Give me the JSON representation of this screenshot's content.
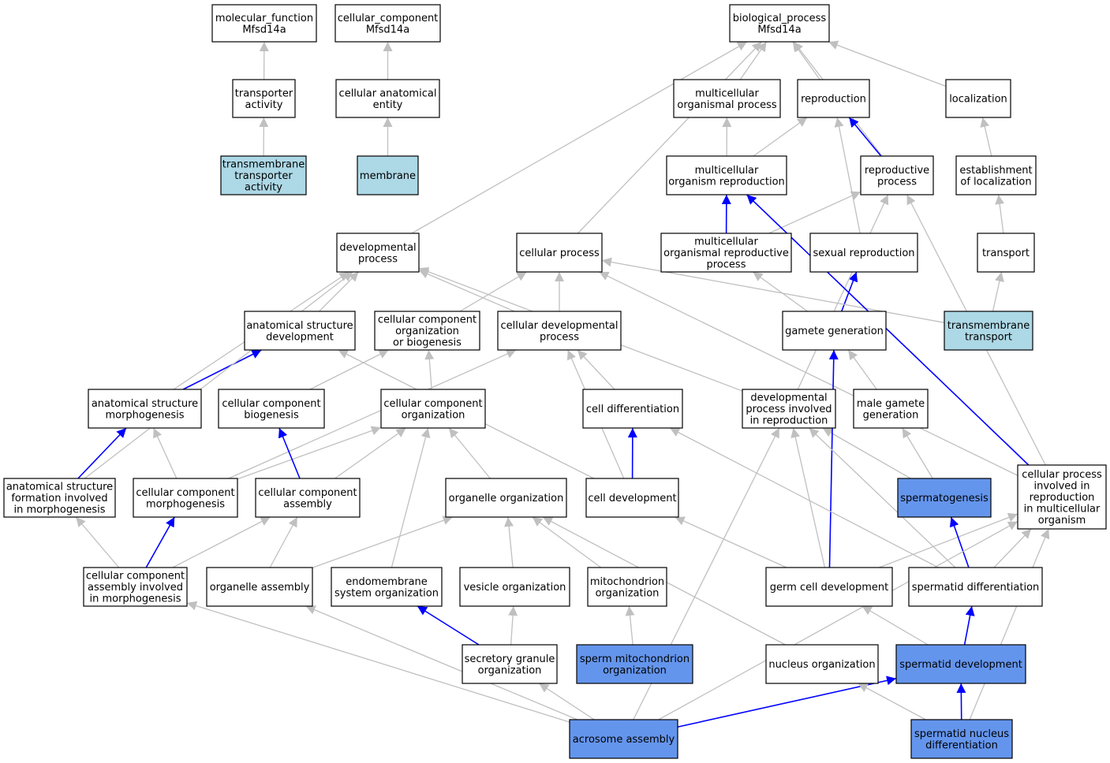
{
  "colors": {
    "white": "#ffffff",
    "light": "#add8e6",
    "blue": "#6495ed",
    "edge_gray": "#c0c0c0",
    "edge_blue": "#0000ff"
  },
  "nodes": {
    "mf": {
      "lines": [
        "molecular_function",
        "Mfsd14a"
      ],
      "fill": "white"
    },
    "cc": {
      "lines": [
        "cellular_component",
        "Mfsd14a"
      ],
      "fill": "white"
    },
    "bp": {
      "lines": [
        "biological_process",
        "Mfsd14a"
      ],
      "fill": "white"
    },
    "ta": {
      "lines": [
        "transporter",
        "activity"
      ],
      "fill": "white"
    },
    "cae": {
      "lines": [
        "cellular anatomical",
        "entity"
      ],
      "fill": "white"
    },
    "mop": {
      "lines": [
        "multicellular",
        "organismal process"
      ],
      "fill": "white"
    },
    "rep": {
      "lines": [
        "reproduction"
      ],
      "fill": "white"
    },
    "loc": {
      "lines": [
        "localization"
      ],
      "fill": "white"
    },
    "tta": {
      "lines": [
        "transmembrane",
        "transporter",
        "activity"
      ],
      "fill": "light"
    },
    "mem": {
      "lines": [
        "membrane"
      ],
      "fill": "light"
    },
    "mor": {
      "lines": [
        "multicellular",
        "organism reproduction"
      ],
      "fill": "white"
    },
    "rp": {
      "lines": [
        "reproductive",
        "process"
      ],
      "fill": "white"
    },
    "eol": {
      "lines": [
        "establishment",
        "of localization"
      ],
      "fill": "white"
    },
    "dp": {
      "lines": [
        "developmental",
        "process"
      ],
      "fill": "white"
    },
    "cp": {
      "lines": [
        "cellular process"
      ],
      "fill": "white"
    },
    "mrp": {
      "lines": [
        "multicellular",
        "organismal reproductive",
        "process"
      ],
      "fill": "white"
    },
    "sr": {
      "lines": [
        "sexual reproduction"
      ],
      "fill": "white"
    },
    "tr": {
      "lines": [
        "transport"
      ],
      "fill": "white"
    },
    "asd": {
      "lines": [
        "anatomical structure",
        "development"
      ],
      "fill": "white"
    },
    "ccob": {
      "lines": [
        "cellular component",
        "organization",
        "or biogenesis"
      ],
      "fill": "white"
    },
    "cdp": {
      "lines": [
        "cellular developmental",
        "process"
      ],
      "fill": "white"
    },
    "gg": {
      "lines": [
        "gamete generation"
      ],
      "fill": "white"
    },
    "tmt": {
      "lines": [
        "transmembrane",
        "transport"
      ],
      "fill": "light"
    },
    "asm": {
      "lines": [
        "anatomical structure",
        "morphogenesis"
      ],
      "fill": "white"
    },
    "ccb": {
      "lines": [
        "cellular component",
        "biogenesis"
      ],
      "fill": "white"
    },
    "cco": {
      "lines": [
        "cellular component",
        "organization"
      ],
      "fill": "white"
    },
    "cd": {
      "lines": [
        "cell differentiation"
      ],
      "fill": "white"
    },
    "dpr": {
      "lines": [
        "developmental",
        "process involved",
        "in reproduction"
      ],
      "fill": "white"
    },
    "mgg": {
      "lines": [
        "male gamete",
        "generation"
      ],
      "fill": "white"
    },
    "asf": {
      "lines": [
        "anatomical structure",
        "formation involved",
        "in morphogenesis"
      ],
      "fill": "white"
    },
    "ccm": {
      "lines": [
        "cellular component",
        "morphogenesis"
      ],
      "fill": "white"
    },
    "cca": {
      "lines": [
        "cellular component",
        "assembly"
      ],
      "fill": "white"
    },
    "oo": {
      "lines": [
        "organelle organization"
      ],
      "fill": "white"
    },
    "cdev": {
      "lines": [
        "cell development"
      ],
      "fill": "white"
    },
    "spg": {
      "lines": [
        "spermatogenesis"
      ],
      "fill": "blue"
    },
    "cpmo": {
      "lines": [
        "cellular process",
        "involved in",
        "reproduction",
        "in multicellular",
        "organism"
      ],
      "fill": "white"
    },
    "ccam": {
      "lines": [
        "cellular component",
        "assembly involved",
        "in morphogenesis"
      ],
      "fill": "white"
    },
    "oa": {
      "lines": [
        "organelle assembly"
      ],
      "fill": "white"
    },
    "eso": {
      "lines": [
        "endomembrane",
        "system organization"
      ],
      "fill": "white"
    },
    "vo": {
      "lines": [
        "vesicle organization"
      ],
      "fill": "white"
    },
    "mo": {
      "lines": [
        "mitochondrion",
        "organization"
      ],
      "fill": "white"
    },
    "gcd": {
      "lines": [
        "germ cell development"
      ],
      "fill": "white"
    },
    "spd": {
      "lines": [
        "spermatid differentiation"
      ],
      "fill": "white"
    },
    "sgo": {
      "lines": [
        "secretory granule",
        "organization"
      ],
      "fill": "white"
    },
    "smo": {
      "lines": [
        "sperm mitochondrion",
        "organization"
      ],
      "fill": "blue"
    },
    "no": {
      "lines": [
        "nucleus organization"
      ],
      "fill": "white"
    },
    "sdev": {
      "lines": [
        "spermatid development"
      ],
      "fill": "blue"
    },
    "aa": {
      "lines": [
        "acrosome assembly"
      ],
      "fill": "blue"
    },
    "snd": {
      "lines": [
        "spermatid nucleus",
        "differentiation"
      ],
      "fill": "blue"
    }
  },
  "edges": [
    [
      "ta",
      "mf",
      "gray"
    ],
    [
      "tta",
      "ta",
      "gray"
    ],
    [
      "cae",
      "cc",
      "gray"
    ],
    [
      "mem",
      "cae",
      "gray"
    ],
    [
      "mop",
      "bp",
      "gray"
    ],
    [
      "rep",
      "bp",
      "gray"
    ],
    [
      "loc",
      "bp",
      "gray"
    ],
    [
      "rp",
      "bp",
      "gray"
    ],
    [
      "dp",
      "bp",
      "gray"
    ],
    [
      "cp",
      "bp",
      "gray"
    ],
    [
      "mor",
      "mop",
      "gray"
    ],
    [
      "mor",
      "rep",
      "gray"
    ],
    [
      "rp",
      "rep",
      "blue"
    ],
    [
      "eol",
      "loc",
      "gray"
    ],
    [
      "mrp",
      "mor",
      "blue"
    ],
    [
      "mrp",
      "rp",
      "gray"
    ],
    [
      "sr",
      "rep",
      "gray"
    ],
    [
      "tr",
      "eol",
      "gray"
    ],
    [
      "gg",
      "mrp",
      "gray"
    ],
    [
      "gg",
      "sr",
      "blue"
    ],
    [
      "tmt",
      "tr",
      "gray"
    ],
    [
      "tmt",
      "cp",
      "gray"
    ],
    [
      "asd",
      "dp",
      "gray"
    ],
    [
      "ccob",
      "cp",
      "gray"
    ],
    [
      "cdp",
      "cp",
      "gray"
    ],
    [
      "cdp",
      "dp",
      "gray"
    ],
    [
      "asm",
      "asd",
      "blue"
    ],
    [
      "asm",
      "dp",
      "gray"
    ],
    [
      "ccb",
      "ccob",
      "gray"
    ],
    [
      "cco",
      "ccob",
      "gray"
    ],
    [
      "cd",
      "cdp",
      "gray"
    ],
    [
      "dpr",
      "dp",
      "gray"
    ],
    [
      "dpr",
      "rp",
      "gray"
    ],
    [
      "mgg",
      "gg",
      "gray"
    ],
    [
      "asf",
      "asm",
      "blue"
    ],
    [
      "asf",
      "dp",
      "gray"
    ],
    [
      "ccm",
      "asm",
      "gray"
    ],
    [
      "ccm",
      "cco",
      "gray"
    ],
    [
      "ccm",
      "cdp",
      "gray"
    ],
    [
      "cca",
      "ccb",
      "blue"
    ],
    [
      "cca",
      "cco",
      "gray"
    ],
    [
      "oo",
      "cco",
      "gray"
    ],
    [
      "cdev",
      "cd",
      "blue"
    ],
    [
      "cdev",
      "cdp",
      "gray"
    ],
    [
      "cdev",
      "asd",
      "gray"
    ],
    [
      "spg",
      "mgg",
      "gray"
    ],
    [
      "spg",
      "dpr",
      "gray"
    ],
    [
      "cpmo",
      "rp",
      "gray"
    ],
    [
      "cpmo",
      "cp",
      "gray"
    ],
    [
      "cpmo",
      "mor",
      "blue"
    ],
    [
      "ccam",
      "asf",
      "gray"
    ],
    [
      "ccam",
      "ccm",
      "blue"
    ],
    [
      "ccam",
      "cca",
      "gray"
    ],
    [
      "oa",
      "cca",
      "gray"
    ],
    [
      "oa",
      "oo",
      "gray"
    ],
    [
      "eso",
      "cco",
      "gray"
    ],
    [
      "vo",
      "oo",
      "gray"
    ],
    [
      "mo",
      "oo",
      "gray"
    ],
    [
      "gcd",
      "gg",
      "blue"
    ],
    [
      "gcd",
      "dpr",
      "gray"
    ],
    [
      "gcd",
      "cdev",
      "gray"
    ],
    [
      "gcd",
      "cpmo",
      "gray"
    ],
    [
      "spd",
      "spg",
      "blue"
    ],
    [
      "spd",
      "cpmo",
      "gray"
    ],
    [
      "spd",
      "dpr",
      "gray"
    ],
    [
      "spd",
      "cd",
      "gray"
    ],
    [
      "sgo",
      "eso",
      "blue"
    ],
    [
      "sgo",
      "vo",
      "gray"
    ],
    [
      "smo",
      "mo",
      "gray"
    ],
    [
      "no",
      "oo",
      "gray"
    ],
    [
      "sdev",
      "spd",
      "blue"
    ],
    [
      "sdev",
      "gcd",
      "gray"
    ],
    [
      "aa",
      "sdev",
      "blue"
    ],
    [
      "aa",
      "sgo",
      "gray"
    ],
    [
      "aa",
      "oa",
      "gray"
    ],
    [
      "aa",
      "ccam",
      "gray"
    ],
    [
      "aa",
      "dpr",
      "gray"
    ],
    [
      "aa",
      "cpmo",
      "gray"
    ],
    [
      "snd",
      "sdev",
      "blue"
    ],
    [
      "snd",
      "no",
      "gray"
    ],
    [
      "snd",
      "cpmo",
      "gray"
    ]
  ]
}
